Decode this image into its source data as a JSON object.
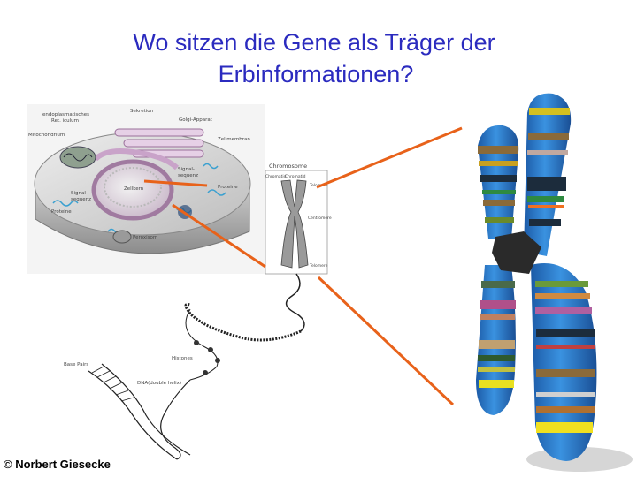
{
  "slide": {
    "title_line1": "Wo sitzen die Gene als Träger der",
    "title_line2": "Erbinformationen?",
    "copyright": "© Norbert Giesecke"
  },
  "cell_labels": {
    "er": "endoplasmatisches",
    "er2": "Ret. iculum",
    "sekretion": "Sekretion",
    "golgi": "Golgi-Apparat",
    "mito": "Mitochondrium",
    "zellmembran": "Zellmembran",
    "signal1": "Signal-",
    "signal1b": "sequenz",
    "signal2": "Signal-",
    "signal2b": "sequenz",
    "zellkern": "Zellkern",
    "proteine_r": "Proteine",
    "proteine_l": "Proteine",
    "peroxisom": "Peroxisom"
  },
  "chromosome_labels": {
    "heading": "Chromosome",
    "chromatid": "Chromatid",
    "chromatid2": "Chromatid",
    "telomere_top": "Telomere",
    "centromere": "Centromere",
    "telomere_bottom": "Telomere"
  },
  "dna_labels": {
    "histones": "Histones",
    "base_pairs": "Base Pairs",
    "dna": "DNA(double helix)"
  },
  "colors": {
    "title": "#2b2bbf",
    "pointer": "#e8621a",
    "chromosome_body": "#2a78c8"
  }
}
